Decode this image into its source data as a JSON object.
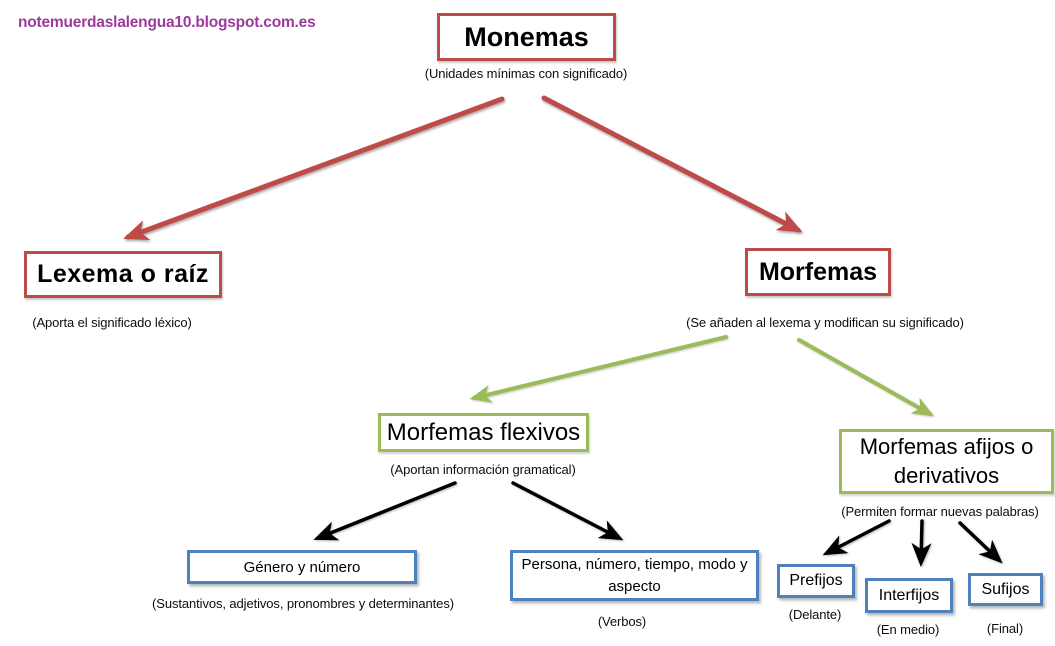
{
  "watermark": "notemuerdaslalengua10.blogspot.com.es",
  "colors": {
    "red": "#BE4B48",
    "green": "#9BBB59",
    "blue": "#4F81BD",
    "purple": "#9C3A9B",
    "black": "#000000"
  },
  "nodes": {
    "monemas": {
      "label": "Monemas",
      "note": "(Unidades mínimas con significado)"
    },
    "lexema": {
      "label": "Lexema o raíz",
      "note": "(Aporta el significado léxico)"
    },
    "morfemas": {
      "label": "Morfemas",
      "note": "(Se añaden al lexema y modifican su significado)"
    },
    "flexivos": {
      "label": "Morfemas flexivos",
      "note": "(Aportan información gramatical)"
    },
    "afijos": {
      "label": "Morfemas afijos o derivativos",
      "note": "(Permiten formar nuevas palabras)"
    },
    "genero": {
      "label": "Género y número",
      "note": "(Sustantivos, adjetivos, pronombres y determinantes)"
    },
    "persona": {
      "label": "Persona, número, tiempo, modo y aspecto",
      "note": "(Verbos)"
    },
    "prefijos": {
      "label": "Prefijos",
      "note": "(Delante)"
    },
    "interfijos": {
      "label": "Interfijos",
      "note": "(En medio)"
    },
    "sufijos": {
      "label": "Sufijos",
      "note": "(Final)"
    }
  },
  "edges": [
    {
      "from": "monemas",
      "to": "lexema",
      "color": "red"
    },
    {
      "from": "monemas",
      "to": "morfemas",
      "color": "red"
    },
    {
      "from": "morfemas",
      "to": "flexivos",
      "color": "green"
    },
    {
      "from": "morfemas",
      "to": "afijos",
      "color": "green"
    },
    {
      "from": "flexivos",
      "to": "genero",
      "color": "black"
    },
    {
      "from": "flexivos",
      "to": "persona",
      "color": "black"
    },
    {
      "from": "afijos",
      "to": "prefijos",
      "color": "black"
    },
    {
      "from": "afijos",
      "to": "interfijos",
      "color": "black"
    },
    {
      "from": "afijos",
      "to": "sufijos",
      "color": "black"
    }
  ]
}
